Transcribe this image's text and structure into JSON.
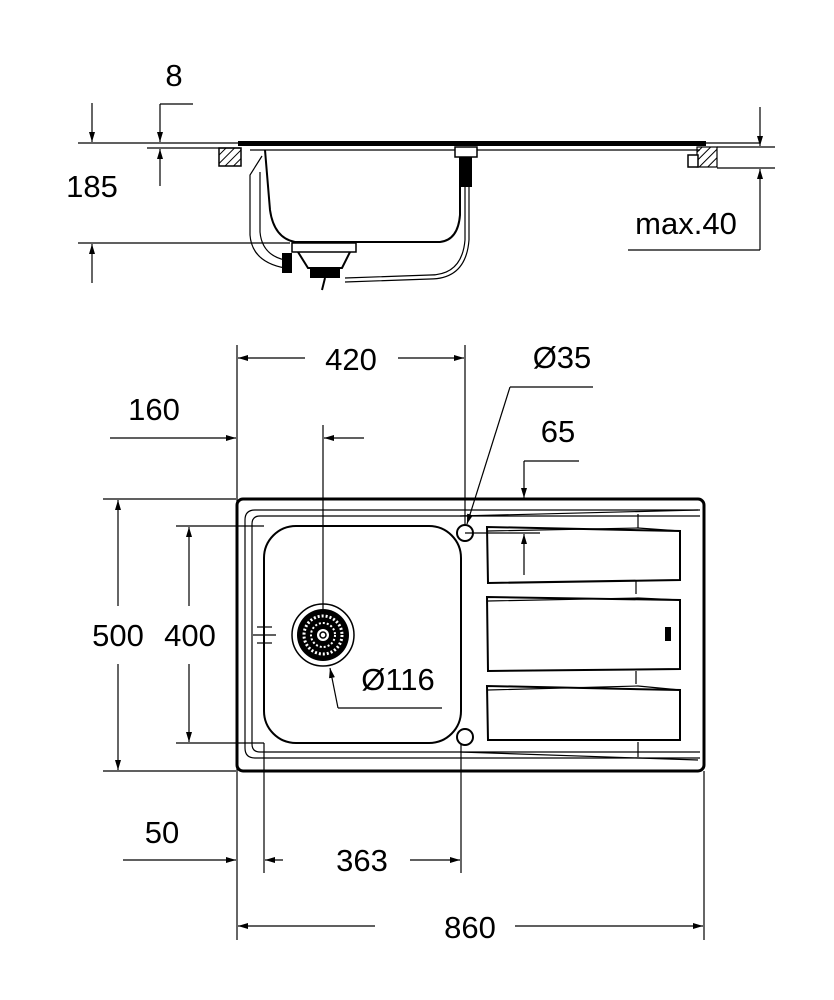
{
  "drawing": {
    "title": "Kitchen sink technical dimension drawing",
    "colors": {
      "line": "#000000",
      "background": "#ffffff"
    },
    "section_view": {
      "labels": {
        "sheet_thickness": "8",
        "bowl_depth": "185",
        "max_counter_thickness": "max.40"
      }
    },
    "plan_view": {
      "labels": {
        "bowl_width": "420",
        "drain_offset": "160",
        "tap_hole_diameter": "Ø35",
        "tap_hole_offset": "65",
        "overall_depth": "500",
        "bowl_depth_plan": "400",
        "drain_diameter": "Ø116",
        "left_margin": "50",
        "bowl_inner_width": "363",
        "overall_width": "860"
      }
    }
  }
}
